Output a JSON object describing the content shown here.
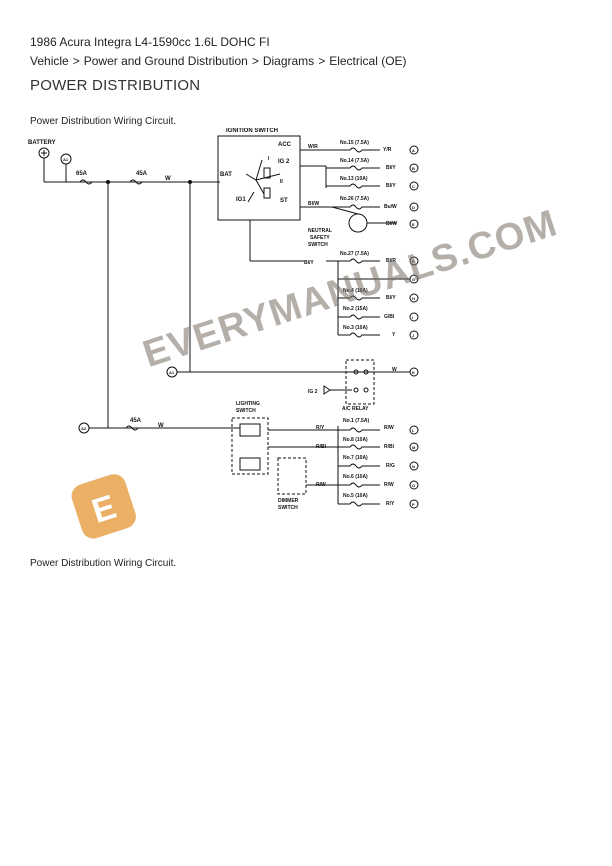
{
  "doc_title": "1986 Acura Integra L4-1590cc 1.6L DOHC FI",
  "breadcrumb": [
    "Vehicle",
    "Power and Ground Distribution",
    "Diagrams",
    "Electrical (OE)"
  ],
  "breadcrumb_sep": ">",
  "section_title": "POWER DISTRIBUTION",
  "caption_top": "Power Distribution Wiring Circuit.",
  "caption_bottom": "Power Distribution Wiring Circuit.",
  "watermark": {
    "text": "EVERYMANUALS.COM",
    "logo_letter": "E",
    "color": "#e8a24a"
  },
  "diagram": {
    "battery": "BATTERY",
    "ignition_switch": "IGNITION SWITCH",
    "acc": "ACC",
    "ig2": "IG 2",
    "bat": "BAT",
    "ig1": "IG1",
    "st": "ST",
    "pos_i": "I",
    "pos_ii": "II",
    "fuse_65a": "65A",
    "fuse_45a_1": "45A",
    "fuse_45a_2": "45A",
    "wire_w1": "W",
    "wire_w2": "W",
    "wire_wr": "W/R",
    "wire_blw": "Bl/W",
    "wire_bly": "Bl/Y",
    "neutral_safety": [
      "NEUTRAL",
      "SAFETY",
      "SWITCH"
    ],
    "node_a1": "A1",
    "node_a2": "A2",
    "fuses": [
      {
        "label": "No.15 (7.5A)",
        "wire": "Y/R",
        "term": "A"
      },
      {
        "label": "No.14 (7.5A)",
        "wire": "Bl/Y",
        "term": "B"
      },
      {
        "label": "No.13 (10A)",
        "wire": "Bl/Y",
        "term": "C"
      },
      {
        "label": "No.26 (7.5A)",
        "wire": "Bu/W",
        "term": "D"
      },
      {
        "label": "",
        "wire": "Bl/W",
        "term": "E"
      },
      {
        "label": "No.27 (7.5A)",
        "wire": "Bl/R",
        "term": "F"
      },
      {
        "label": "",
        "wire": "",
        "term": "G"
      },
      {
        "label": "No.4 (10A)",
        "wire": "Bl/Y",
        "term": "H"
      },
      {
        "label": "No.2 (15A)",
        "wire": "G/Bl",
        "term": "I"
      },
      {
        "label": "No.3 (10A)",
        "wire": "Y",
        "term": "J"
      }
    ],
    "relay_wire": "W",
    "relay_term": "K",
    "ac_relay": "A/C RELAY",
    "ig2_relay": "IG 2",
    "lighting_switch": [
      "LIGHTING",
      "SWITCH"
    ],
    "dimmer_switch": [
      "DIMMER",
      "SWITCH"
    ],
    "light_fuses": [
      {
        "label": "No.1 (7.5A)",
        "wire_in": "R/Y",
        "wire": "R/W",
        "term": "L"
      },
      {
        "label": "No.8 (10A)",
        "wire_in": "R/Bl",
        "wire": "R/Bl",
        "term": "M"
      },
      {
        "label": "No.7 (10A)",
        "wire_in": "",
        "wire": "R/G",
        "term": "N"
      },
      {
        "label": "No.6 (10A)",
        "wire_in": "R/W",
        "wire": "R/W",
        "term": "O"
      },
      {
        "label": "No.5 (10A)",
        "wire_in": "",
        "wire": "R/Y",
        "term": "P"
      }
    ]
  }
}
